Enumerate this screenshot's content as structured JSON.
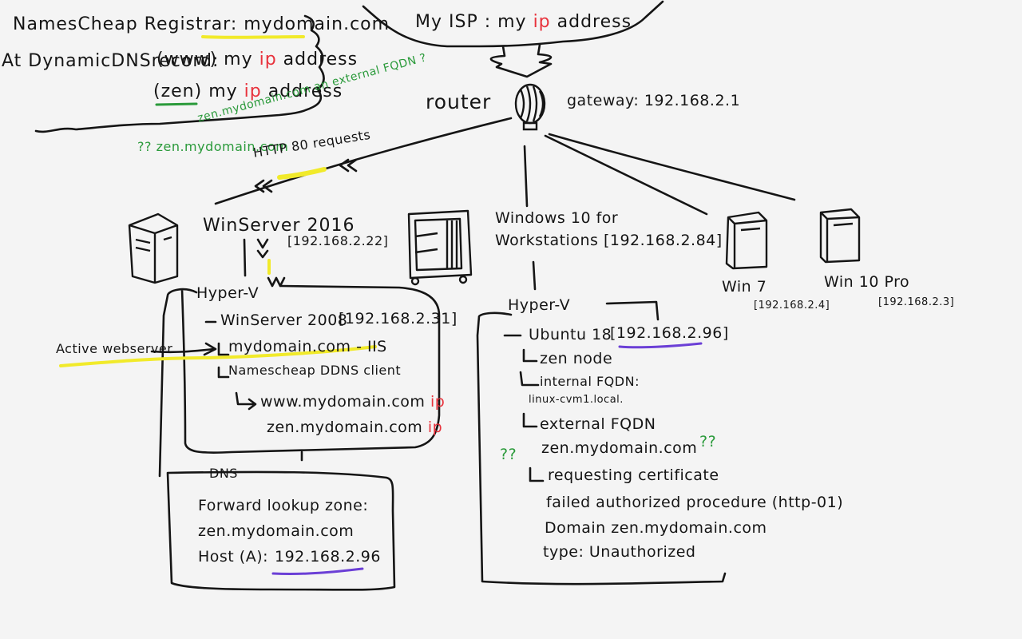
{
  "colors": {
    "ink": "#151515",
    "ip_red": "#e8323c",
    "question_green": "#2a9a3a",
    "highlight_yellow": "#f1ea2a",
    "underline_purple": "#6b3fd6"
  },
  "registrar": {
    "title_prefix": "NamesCheap Registrar:",
    "title_domain": "mydomain.com",
    "record_label": "At DynamicDNSrecord:",
    "www_prefix": "(www) my",
    "zen_label": "zen",
    "zen_prefix": ") my",
    "paren_open": "(",
    "ip_word": "ip",
    "address_word": "address"
  },
  "isp": {
    "label": "My ISP : my",
    "ip_word": "ip",
    "address_word": "address"
  },
  "router": {
    "label": "router",
    "icon": "router-icon",
    "gateway": "gateway: 192.168.2.1"
  },
  "external_fqdn_question": "zen.mydomain.com an external FQDN ?",
  "zen_question": "?? zen.mydomain.com",
  "http_requests": {
    "label": "HTTP 80 requests",
    "arrow_left": "<<",
    "arrow_right": "<<"
  },
  "winserver2016": {
    "title": "WinServer 2016",
    "ip": "[192.168.2.22]",
    "icon": "server-tower-icon",
    "hyperv": {
      "title": "Hyper-V",
      "vm_title": "WinServer 2008",
      "vm_ip": "[192.168.2.31]",
      "iis_site": "mydomain.com - IIS",
      "ddns_client": "Namescheap DDNS client",
      "www_record": "www.mydomain.com",
      "zen_record": "zen.mydomain.com",
      "ip_word": "ip"
    },
    "dns": {
      "title": "DNS",
      "zone_label": "Forward lookup zone:",
      "zone_name": "zen.mydomain.com",
      "host_label": "Host (A):",
      "host_ip": "192.168.2.96"
    }
  },
  "active_webserver": "Active webserver",
  "windows10_workstations": {
    "title": "Windows 10 for",
    "subtitle": "Workstations [192.168.2.84]",
    "icon": "workstation-icon",
    "hyperv": {
      "title": "Hyper-V",
      "vm_title": "Ubuntu 18",
      "vm_ip": "[192.168.2.96]",
      "zen_node": "zen node",
      "internal_fqdn_label": "internal FQDN:",
      "internal_fqdn": "linux-cvm1.local.",
      "external_fqdn_label": "external FQDN",
      "external_question": "??",
      "external_fqdn": "zen.mydomain.com",
      "external_question_after": "??",
      "requesting_certificate": "requesting certificate",
      "error_line1": "failed authorized procedure (http-01)",
      "error_line2": "Domain zen.mydomain.com",
      "error_line3": "type: Unauthorized"
    }
  },
  "win7": {
    "title": "Win 7",
    "ip": "[192.168.2.4]",
    "icon": "desktop-tower-icon"
  },
  "win10pro": {
    "title": "Win 10 Pro",
    "ip": "[192.168.2.3]",
    "icon": "desktop-tower-icon"
  }
}
